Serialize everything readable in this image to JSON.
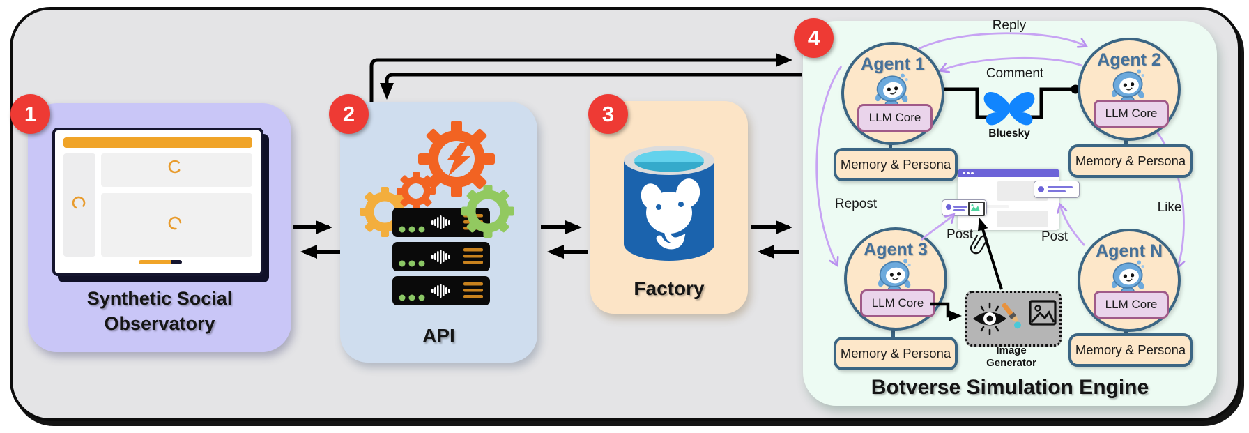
{
  "badges": {
    "one": "1",
    "two": "2",
    "three": "3",
    "four": "4"
  },
  "observatory": {
    "title_line1": "Synthetic Social",
    "title_line2": "Observatory"
  },
  "api": {
    "title": "API"
  },
  "factory": {
    "title": "Factory"
  },
  "engine": {
    "title": "Botverse Simulation Engine",
    "bluesky_label": "Bluesky",
    "labels": {
      "reply": "Reply",
      "comment": "Comment",
      "repost": "Repost",
      "like": "Like",
      "post_left": "Post",
      "post_right": "Post"
    },
    "image_generator": {
      "line1": "Image",
      "line2": "Generator"
    },
    "agents": [
      {
        "name": "Agent 1",
        "core": "LLM Core",
        "memory": "Memory & Persona"
      },
      {
        "name": "Agent 2",
        "core": "LLM Core",
        "memory": "Memory & Persona"
      },
      {
        "name": "Agent 3",
        "core": "LLM Core",
        "memory": "Memory & Persona"
      },
      {
        "name": "Agent N",
        "core": "LLM Core",
        "memory": "Memory & Persona"
      }
    ]
  },
  "colors": {
    "badge_red": "#ee3a34",
    "observatory_bg": "#c9c6f7",
    "api_bg": "#cfddee",
    "factory_bg": "#fce4c6",
    "engine_bg": "#edfbf3",
    "agent_fill": "#fde7c9",
    "agent_border": "#3b6583",
    "llm_fill": "#ead4eb",
    "llm_border": "#a05a88",
    "purple_arrow": "#c7a3f3",
    "bluesky_blue": "#1185fe",
    "postgres_blue": "#1b63ad",
    "accent_orange": "#f0a428",
    "browser_purple": "#6c63d8"
  }
}
